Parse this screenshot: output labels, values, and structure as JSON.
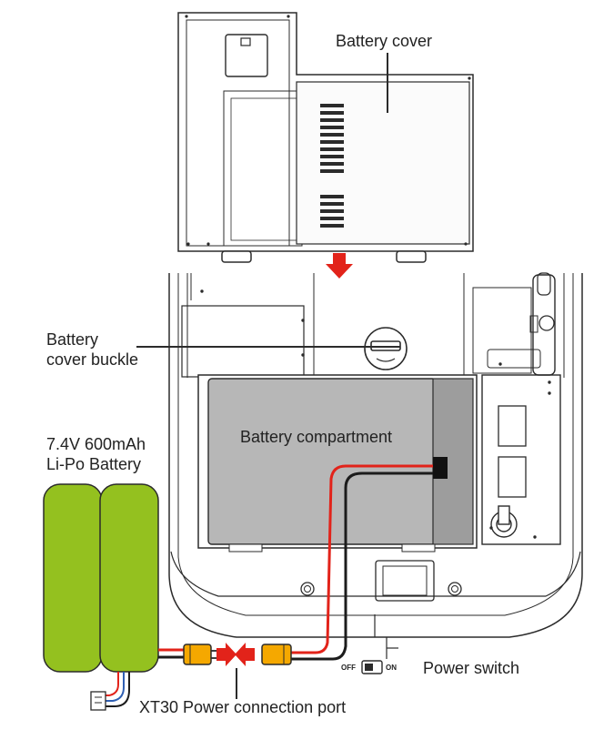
{
  "labels": {
    "battery_cover": "Battery cover",
    "buckle_line1": "Battery",
    "buckle_line2": "cover buckle",
    "compartment": "Battery compartment",
    "battery_line1": "7.4V 600mAh",
    "battery_line2": "Li-Po Battery",
    "power_switch": "Power switch",
    "switch_off": "OFF",
    "switch_on": "ON",
    "xt30_port": "XT30 Power connection port"
  },
  "colors": {
    "outline": "#2b2b2b",
    "compartment_fill": "#b7b7b7",
    "compartment_side": "#9d9d9d",
    "battery_green": "#94c11f",
    "red_wire": "#e2231a",
    "arrow_red": "#e2231a",
    "xt30_yellow": "#f5a800",
    "balance_blue": "#2f5fb3"
  },
  "icons": {
    "insert_arrow": "down-arrow-icon",
    "plug_arrow": "right-arrow-icon"
  }
}
